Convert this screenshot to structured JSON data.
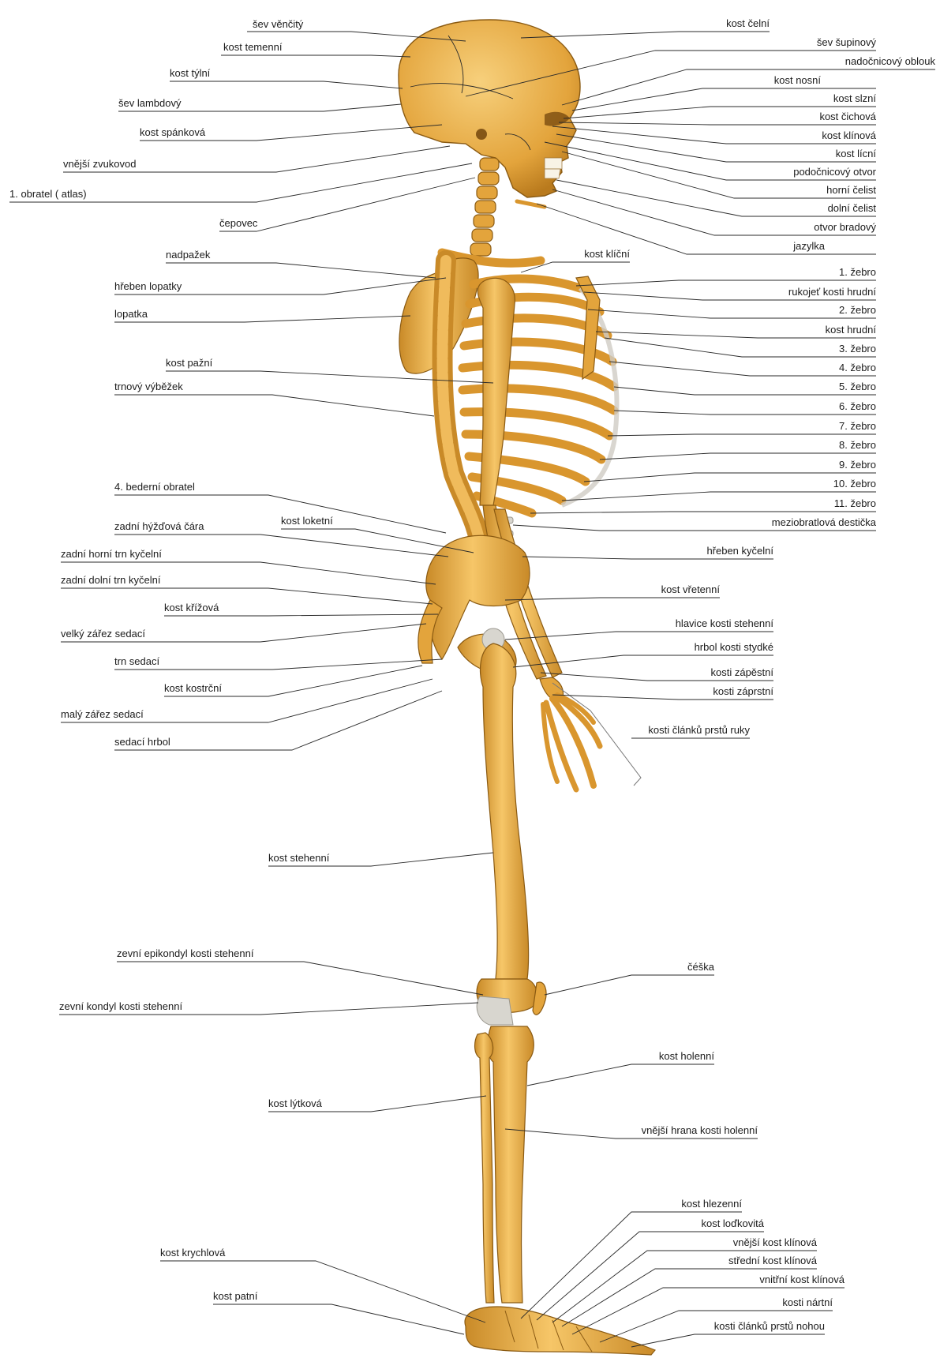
{
  "diagram": {
    "colors": {
      "bone_light": "#f6c668",
      "bone_mid": "#e3a43c",
      "bone_dark": "#b97a1d",
      "cartilage": "#d8d6cf",
      "text": "#1b1b1b",
      "background": "#ffffff"
    },
    "labels_left": [
      "šev věnčitý",
      "kost temenní",
      "kost týlní",
      "šev lambdový",
      "kost spánková",
      "vnější zvukovod",
      "1. obratel ( atlas)",
      "čepovec",
      "nadpažek",
      "hřeben lopatky",
      "lopatka",
      "kost pažní",
      "trnový výběžek",
      "4. bederní obratel",
      "zadní hýžďová čára",
      "kost loketní",
      "zadní horní trn kyčelní",
      "zadní dolní trn kyčelní",
      "kost křížová",
      "velký zářez sedací",
      "trn sedací",
      "kost kostrční",
      "malý zářez sedací",
      "sedací hrbol",
      "kost stehenní",
      "zevní epikondyl kosti stehenní",
      "zevní kondyl kosti stehenní",
      "kost lýtková",
      "kost krychlová",
      "kost patní"
    ],
    "labels_right": [
      "kost čelní",
      "šev šupinový",
      "nadočnicový oblouk",
      "kost nosní",
      "kost slzní",
      "kost čichová",
      "kost klínová",
      "kost lícní",
      "podočnicový otvor",
      "horní čelist",
      "dolní čelist",
      "otvor bradový",
      "jazylka",
      "kost klíční",
      "1. žebro",
      "rukojeť kosti hrudní",
      "2. žebro",
      "kost hrudní",
      "3. žebro",
      "4. žebro",
      "5. žebro",
      "6. žebro",
      "7. žebro",
      "8. žebro",
      "9. žebro",
      "10. žebro",
      "11. žebro",
      "meziobratlová destička",
      "hřeben kyčelní",
      "kost vřetenní",
      "hlavice kosti stehenní",
      "hrbol kosti stydké",
      "kosti zápěstní",
      "kosti záprstní",
      "kosti článků prstů ruky",
      "čéška",
      "kost holenní",
      "vnější hrana kosti holenní",
      "kost hlezenní",
      "kost loďkovitá",
      "vnější kost klínová",
      "střední kost klínová",
      "vnitřní kost klínová",
      "kosti nártní",
      "kosti článků prstů nohou"
    ]
  }
}
